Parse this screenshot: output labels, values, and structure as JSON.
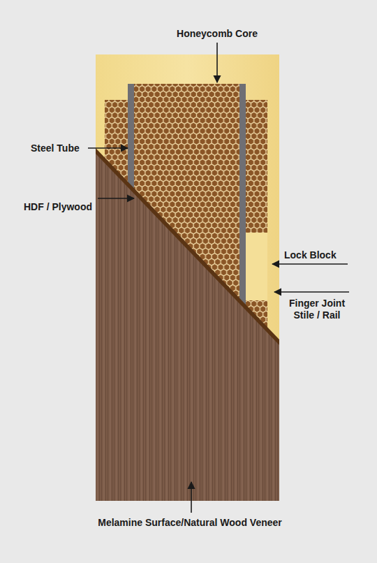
{
  "diagram": {
    "labels": [
      "Honeycomb Core",
      "Steel Tube",
      "HDF / Plywood",
      "Lock Block",
      "Finger Joint Stile / Rail",
      "Melamine Surface/Natural Wood Veneer"
    ]
  }
}
